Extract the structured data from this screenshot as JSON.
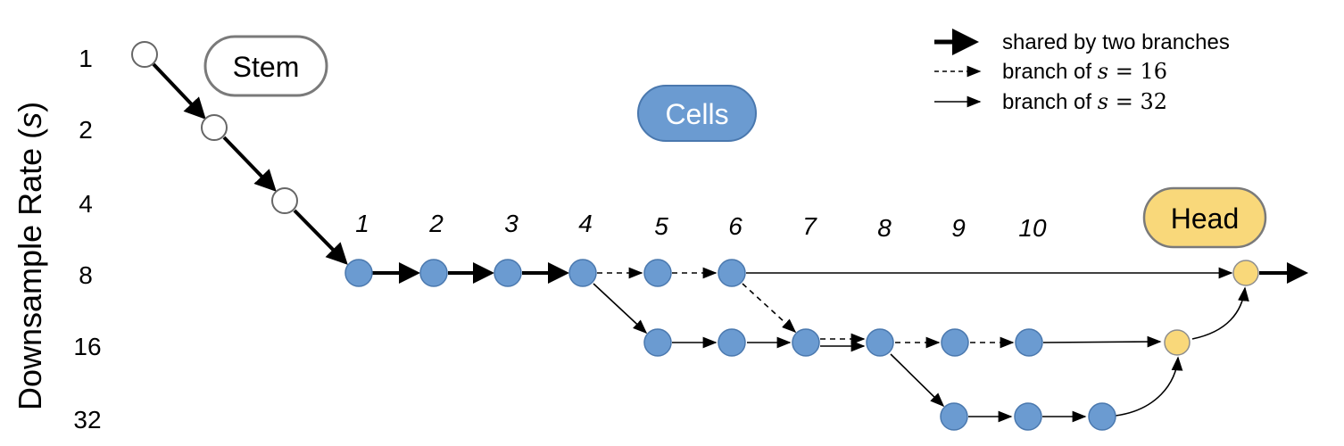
{
  "y_axis": {
    "title_prefix": "Downsample Rate (",
    "title_var": "s",
    "title_suffix": ")",
    "ticks": [
      "1",
      "2",
      "4",
      "8",
      "16",
      "32"
    ]
  },
  "cell_indices": [
    "1",
    "2",
    "3",
    "4",
    "5",
    "6",
    "7",
    "8",
    "9",
    "10"
  ],
  "badges": {
    "stem": "Stem",
    "cells": "Cells",
    "head": "Head"
  },
  "legend": {
    "shared": "shared by two branches",
    "branch16": {
      "prefix": "branch of ",
      "var": "s",
      "eq": " = ",
      "value": "16"
    },
    "branch32": {
      "prefix": "branch of ",
      "var": "s",
      "eq": " = ",
      "value": "32"
    }
  },
  "colors": {
    "cell_fill": "#6B9BD1",
    "cell_stroke": "#4A78AE",
    "head_fill": "#F9D87A",
    "head_stroke": "#8E8E8E",
    "stem_fill": "#FFFFFF",
    "stem_stroke": "#666666",
    "cells_badge": "#6B9BD1",
    "cells_badge_stroke": "#4A78AE",
    "head_badge": "#F9D87A",
    "head_badge_stroke": "#7A7A7A",
    "stem_badge_stroke": "#7A7A7A"
  }
}
